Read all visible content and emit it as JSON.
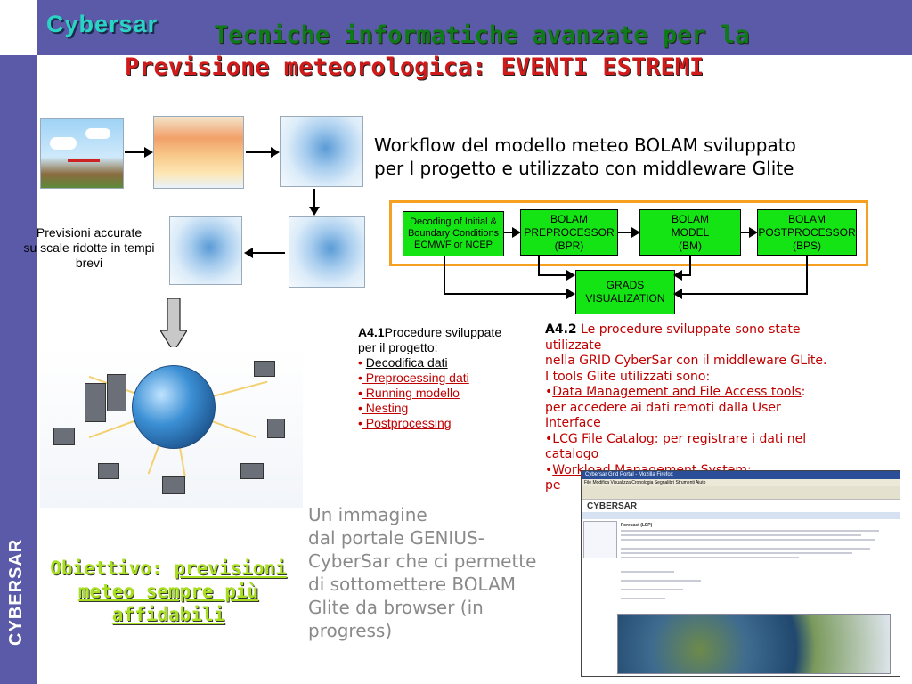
{
  "header": {
    "logo": "Cybersar",
    "title_line1": "Tecniche informatiche avanzate per la",
    "title_line2": "Previsione meteorologica: EVENTI ESTREMI"
  },
  "sidebar": {
    "label": "CYBERSAR"
  },
  "left": {
    "caption_lines": [
      "Previsioni accurate",
      "su scale ridotte in tempi",
      "brevi"
    ]
  },
  "workflow": {
    "description_line1": "Workflow del modello meteo  BOLAM sviluppato",
    "description_line2": "per  l progetto e utilizzato con middleware Glite",
    "boxes": [
      {
        "line1": "Decoding of Initial &",
        "line2": "Boundary Conditions",
        "line3": "ECMWF or NCEP"
      },
      {
        "line1": "BOLAM",
        "line2": "PREPROCESSOR",
        "line3": "(BPR)"
      },
      {
        "line1": "BOLAM",
        "line2": "MODEL",
        "line3": "(BM)"
      },
      {
        "line1": "BOLAM",
        "line2": "POSTPROCESSOR",
        "line3": "(BPS)"
      },
      {
        "line1": "GRADS",
        "line2": "VISUALIZATION"
      }
    ]
  },
  "a41": {
    "code": "A4.1",
    "title": "Procedure sviluppate",
    "subtitle": "per il progetto:",
    "items": [
      "Decodifica dati",
      " Preprocessing dati",
      " Running modello",
      " Nesting",
      " Postprocessing"
    ]
  },
  "a42": {
    "code": "A4.2",
    "text1": " Le procedure sviluppate sono state",
    "text2": "utilizzate",
    "text3": " nella GRID CyberSar con il middleware GLite.",
    "text4": "I tools Glite utilizzati sono:",
    "tool1_link": "Data Management and File Access tools",
    "tool1_rest": ":",
    "tool1_desc1": "   per accedere ai dati remoti dalla User",
    "tool1_desc2": "Interface",
    "tool2_link": "LCG File Catalog",
    "tool2_rest": ": per registrare i dati nel",
    "tool2_desc": "catalogo",
    "tool3_link": "Workload Management System:",
    "tool3_desc": "   pe"
  },
  "image_caption": {
    "lines": [
      "Un immagine",
      " dal portale GENIUS-",
      "CyberSar che ci permette",
      "di sottomettere BOLAM",
      "Glite da browser (in",
      "progress)"
    ]
  },
  "goal": {
    "label": "Obiettivo: ",
    "link_part1": "previsioni",
    "link_part2": "meteo sempre più",
    "link_part3": "affidabili"
  },
  "portal": {
    "window_title": "Cybersar Grid Portal - Mozilla Firefox",
    "menu": "File  Modifica  Visualizza  Cronologia  Segnalibri  Strumenti  Aiuto",
    "logo": "CYBERSAR",
    "section_title": "Forecast (LEP)"
  },
  "colors": {
    "header_bg": "#5b5aa8",
    "title_green": "#0f7a18",
    "title_red": "#d11a1a",
    "box_green": "#14e414",
    "frame_orange": "#f5a020",
    "link_red": "#c00000",
    "goal_green": "#a8e020"
  }
}
